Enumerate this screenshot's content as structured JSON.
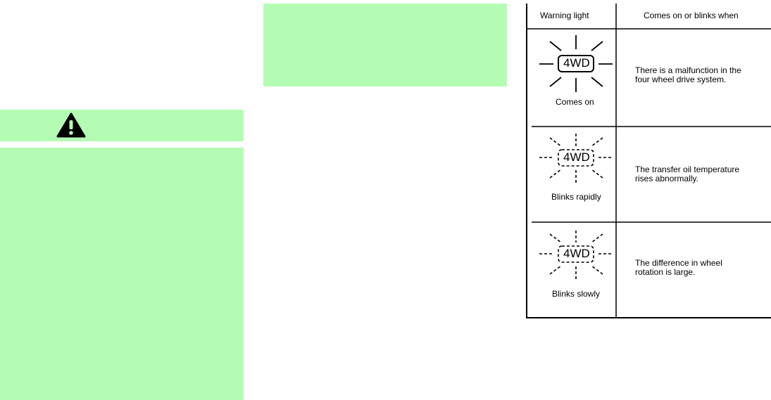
{
  "table": {
    "header_left": "Warning light",
    "header_right": "Comes on or blinks when",
    "rows": [
      {
        "lamp_label": "4WD",
        "state": "Comes on",
        "desc_line1": "There is a malfunction in the",
        "desc_line2": "four wheel drive system."
      },
      {
        "lamp_label": "4WD",
        "state": "Blinks rapidly",
        "desc_line1": "The transfer oil temperature",
        "desc_line2": "rises abnormally."
      },
      {
        "lamp_label": "4WD",
        "state": "Blinks slowly",
        "desc_line1": "The difference in wheel",
        "desc_line2": "rotation is large."
      }
    ]
  },
  "colors": {
    "note_background": "#b4fcb4",
    "warning_icon": "#000000"
  },
  "icons": {
    "caution": "warning-triangle-icon",
    "lamp": "4wd-warning-lamp-icon"
  }
}
